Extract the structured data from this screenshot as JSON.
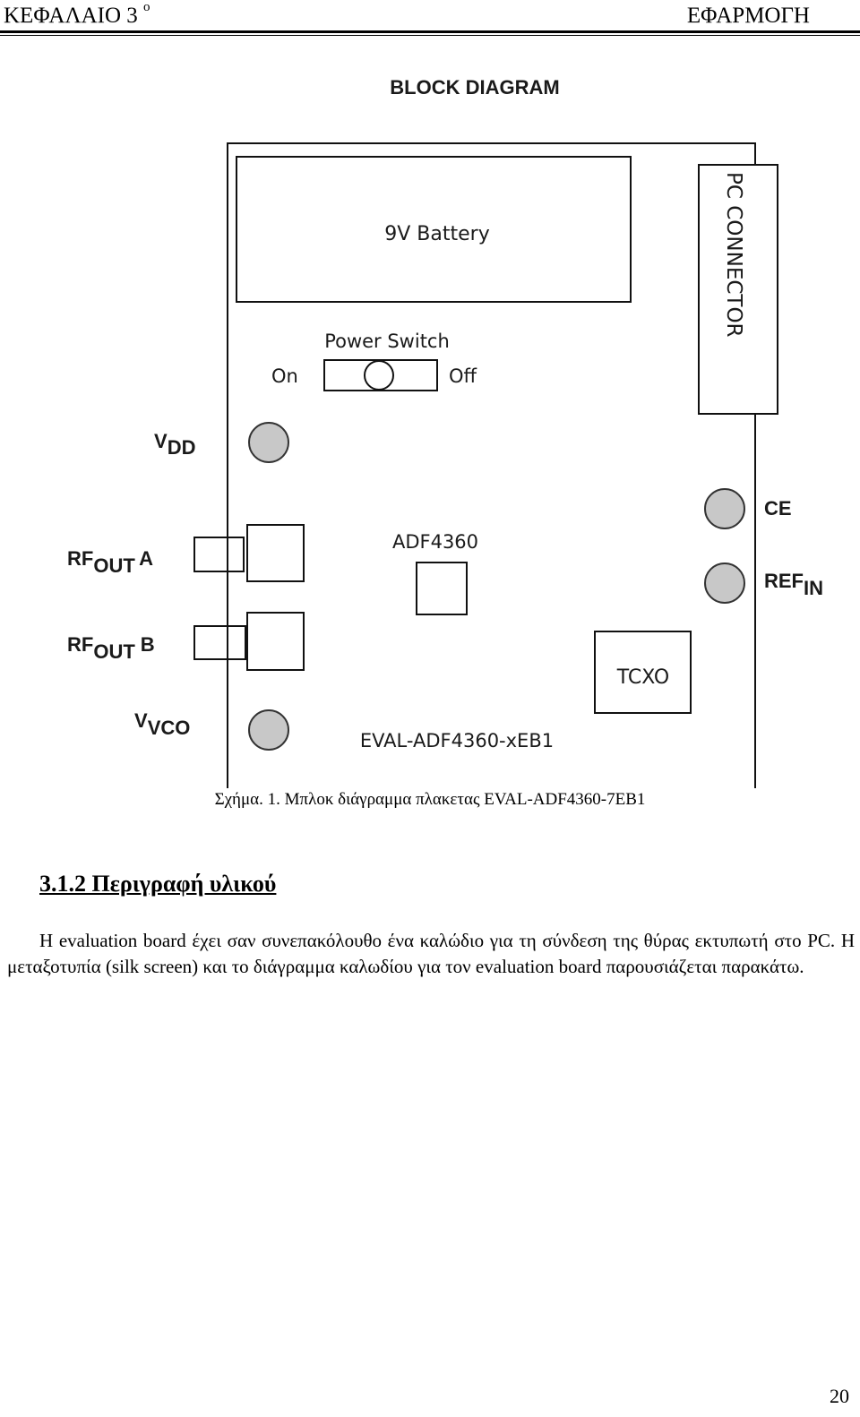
{
  "header": {
    "left_text": "ΚΕΦΑΛΑΙΟ 3",
    "left_superscript": "ο",
    "right_text": "ΕΦΑΡΜΟΓΗ"
  },
  "figure": {
    "title": "BLOCK DIAGRAM",
    "battery_label": "9V Battery",
    "power_switch_label": "Power Switch",
    "switch_on_label": "On",
    "switch_off_label": "Off",
    "connector_label": "PC CONNECTOR",
    "chip_label": "ADF4360",
    "tcxo_label": "TCXO",
    "board_name": "EVAL-ADF4360-xEB1",
    "vdd": {
      "main": "V",
      "sub": "DD"
    },
    "ce_label": "CE",
    "refin": {
      "main": "REF",
      "sub": "IN"
    },
    "rfout_a": {
      "main": "RF",
      "sub": "OUT",
      "suffix": "A"
    },
    "rfout_b": {
      "main": "RF",
      "sub": "OUT",
      "suffix": "B"
    },
    "vvco": {
      "main": "V",
      "sub": "VCO"
    },
    "colors": {
      "line": "#111111",
      "pad_fill": "#c8c8c8",
      "text": "#1a1a1a"
    }
  },
  "caption": "Σχήμα. 1. Μπλοκ διάγραμμα  πλακετας EVAL-ADF4360-7EB1",
  "section": {
    "title": "3.1.2 Περιγραφή υλικού",
    "paragraph": "Η evaluation board έχει σαν συνεπακόλουθο ένα καλώδιο για τη σύνδεση της θύρας εκτυπωτή στο PC. Η μεταξοτυπία (silk screen) και το διάγραμμα καλωδίου για τον evaluation board παρουσιάζεται παρακάτω."
  },
  "page_number": "20"
}
